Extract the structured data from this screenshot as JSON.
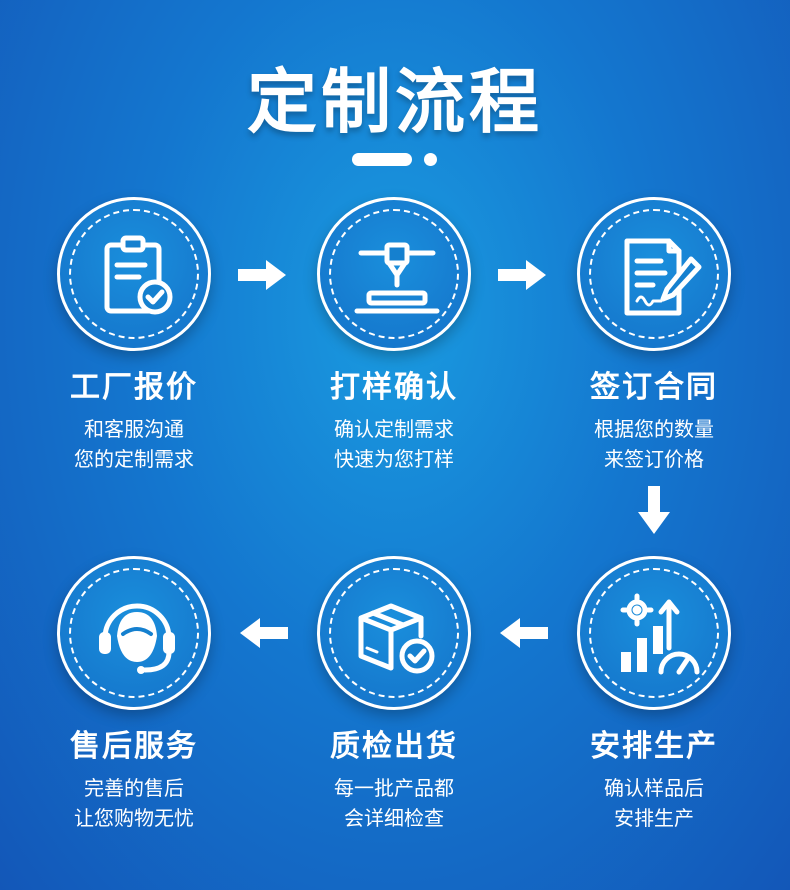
{
  "title": "定制流程",
  "steps": [
    {
      "title": "工厂报价",
      "desc_line1": "和客服沟通",
      "desc_line2": "您的定制需求",
      "icon": "clipboard-check-icon"
    },
    {
      "title": "打样确认",
      "desc_line1": "确认定制需求",
      "desc_line2": "快速为您打样",
      "icon": "3d-printer-icon"
    },
    {
      "title": "签订合同",
      "desc_line1": "根据您的数量",
      "desc_line2": "来签订价格",
      "icon": "contract-pen-icon"
    },
    {
      "title": "安排生产",
      "desc_line1": "确认样品后",
      "desc_line2": "安排生产",
      "icon": "production-chart-icon"
    },
    {
      "title": "质检出货",
      "desc_line1": "每一批产品都",
      "desc_line2": "会详细检查",
      "icon": "box-check-icon"
    },
    {
      "title": "售后服务",
      "desc_line1": "完善的售后",
      "desc_line2": "让您购物无忧",
      "icon": "headset-agent-icon"
    }
  ]
}
